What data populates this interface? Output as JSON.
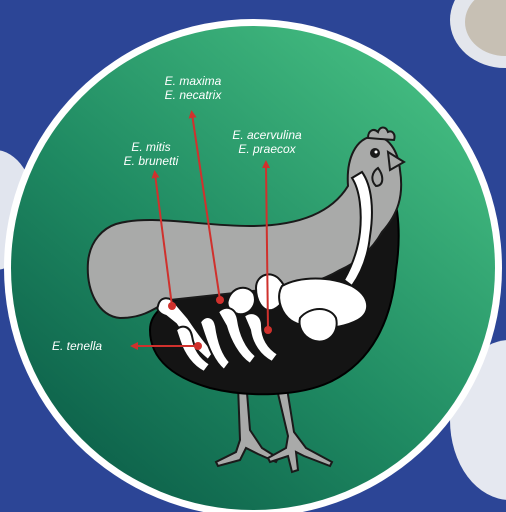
{
  "diagram": {
    "labels": {
      "maxima": "E. maxima",
      "necatrix": "E. necatrix",
      "mitis": "E. mitis",
      "brunetti": "E. brunetti",
      "acervulina": "E. acervulina",
      "praecox": "E. praecox",
      "tenella": "E. tenella"
    }
  },
  "colors": {
    "background_blue": "#2c4596",
    "circle_green_light": "#3fb57e",
    "circle_green_dark": "#0f6a4f",
    "circle_border": "#ffffff",
    "hen_body": "#a9aaa9",
    "hen_dark": "#141414",
    "gut_white": "#ffffff",
    "arrow_red": "#d0312d"
  }
}
